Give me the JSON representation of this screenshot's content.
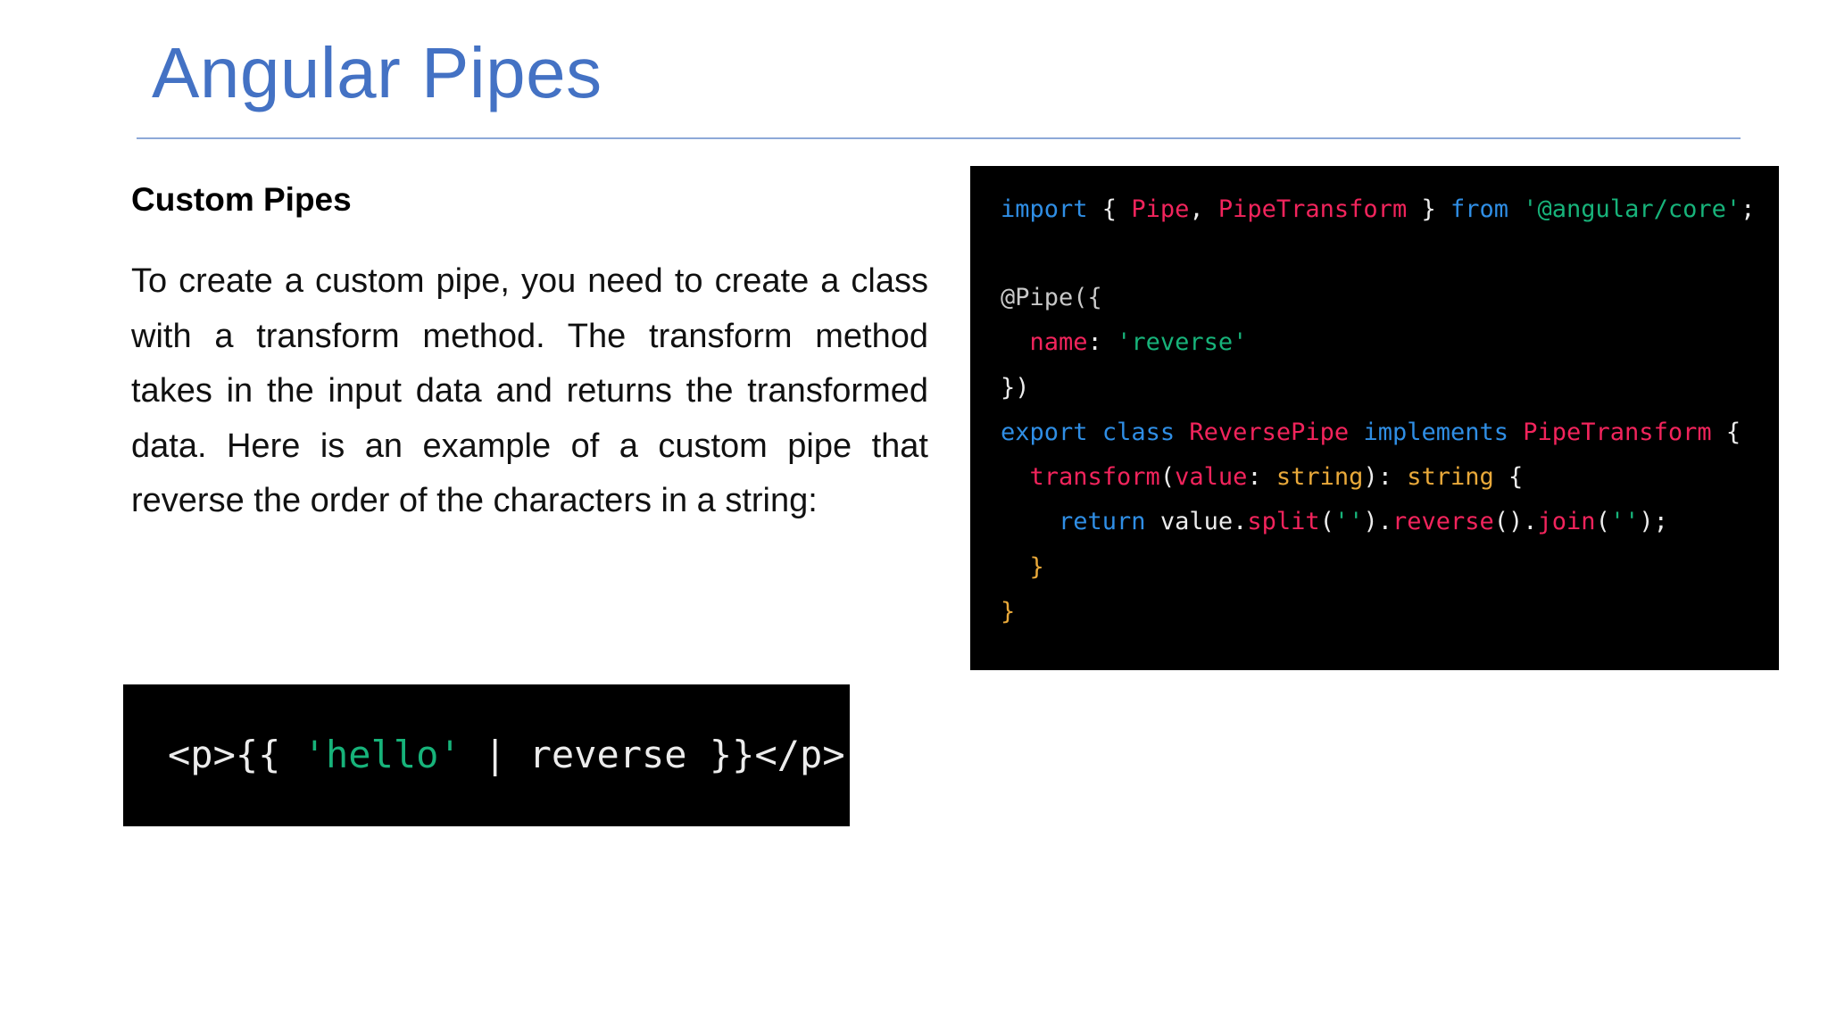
{
  "title": "Angular Pipes",
  "section": {
    "heading": "Custom Pipes",
    "body": "To create a custom pipe, you need to create a class with a transform method. The transform method takes in the input data and returns the transformed data. Here is an example of a custom pipe that reverse the order of the characters in a string:"
  },
  "code_main": {
    "lines": [
      "import { Pipe, PipeTransform } from '@angular/core';",
      "",
      "@Pipe({",
      "  name: 'reverse'",
      "})",
      "export class ReversePipe implements PipeTransform {",
      "  transform(value: string): string {",
      "    return value.split('').reverse().join('');",
      "  }",
      "}"
    ],
    "tokens": {
      "l0": [
        "import",
        " { ",
        "Pipe",
        ", ",
        "PipeTransform",
        " } ",
        "from",
        " ",
        "'@angular/core'",
        ";"
      ],
      "l2": [
        "@Pipe({"
      ],
      "l3": [
        "  ",
        "name",
        ": ",
        "'reverse'"
      ],
      "l4": [
        "})"
      ],
      "l5": [
        "export",
        " ",
        "class",
        " ",
        "ReversePipe",
        " ",
        "implements",
        " ",
        "PipeTransform",
        " {"
      ],
      "l6": [
        "  ",
        "transform",
        "(",
        "value",
        ": ",
        "string",
        "): ",
        "string",
        " {"
      ],
      "l7": [
        "    ",
        "return",
        " value.",
        "split",
        "(",
        "''",
        ").",
        "reverse",
        "().",
        "join",
        "(",
        "''",
        ");"
      ],
      "l8": [
        "  }"
      ],
      "l9": [
        "}"
      ]
    }
  },
  "code_small": {
    "line": "<p>{{ 'hello' | reverse }}</p>",
    "tokens": [
      "<p>{{ ",
      "'hello'",
      " | reverse }}</p>"
    ]
  },
  "colors": {
    "title": "#4472C4",
    "code_background": "#000000",
    "keyword": "#2f8ee5",
    "type_name": "#f2245c",
    "string": "#17b37a",
    "parameter": "#e9a93a"
  }
}
